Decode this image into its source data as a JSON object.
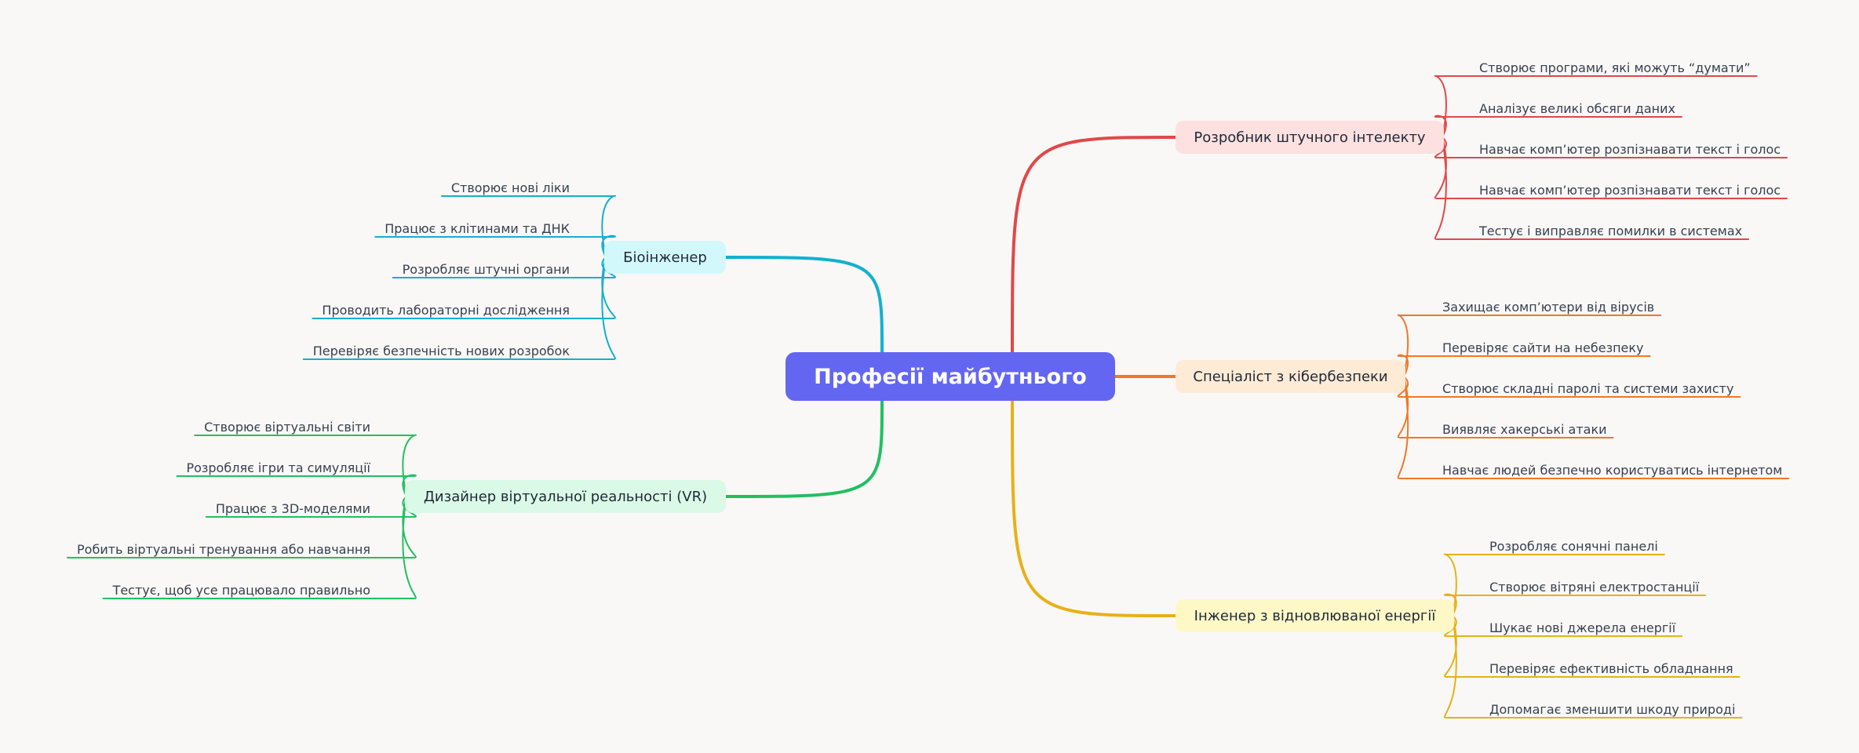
{
  "root": {
    "title": "Професії майбутнього",
    "color": "#6366f1"
  },
  "branches": [
    {
      "label": "Розробник штучного інтелекту",
      "color": "#e04848",
      "fill": "#fde0e0",
      "items": [
        "Створює програми, які можуть “думати”",
        "Аналізує великі обсяги даних",
        "Навчає комп’ютер розпізнавати текст і голос",
        "Навчає комп’ютер розпізнавати текст і голос",
        "Тестує і виправляє помилки в системах"
      ]
    },
    {
      "label": "Спеціаліст з кібербезпеки",
      "color": "#f07828",
      "fill": "#feebd6",
      "items": [
        "Захищає комп’ютери від вірусів",
        "Перевіряє сайти на небезпеку",
        "Створює складні паролі та системи захисту",
        "Виявляє хакерські атаки",
        "Навчає людей безпечно користуватись інтернетом"
      ]
    },
    {
      "label": "Інженер з відновлюваної енергії",
      "color": "#e8b018",
      "fill": "#fef8c6",
      "items": [
        "Розробляє сонячні панелі",
        "Створює вітряні електростанції",
        "Шукає нові джерела енергії",
        "Перевіряє ефективність обладнання",
        "Допомагає зменшити шкоду природі"
      ]
    },
    {
      "label": "Біоінженер",
      "color": "#12b0d0",
      "fill": "#d2f8fc",
      "items": [
        "Створює нові ліки",
        "Працює з клітинами та ДНК",
        "Розробляє штучні органи",
        "Проводить лабораторні дослідження",
        "Перевіряє безпечність нових розробок"
      ]
    },
    {
      "label": "Дизайнер віртуальної реальності (VR)",
      "color": "#22bf62",
      "fill": "#daf9e6",
      "items": [
        "Створює віртуальні світи",
        "Розробляє ігри та симуляції",
        "Працює з 3D-моделями",
        "Робить віртуальні тренування або навчання",
        "Тестує, щоб усе працювало правильно"
      ]
    }
  ]
}
